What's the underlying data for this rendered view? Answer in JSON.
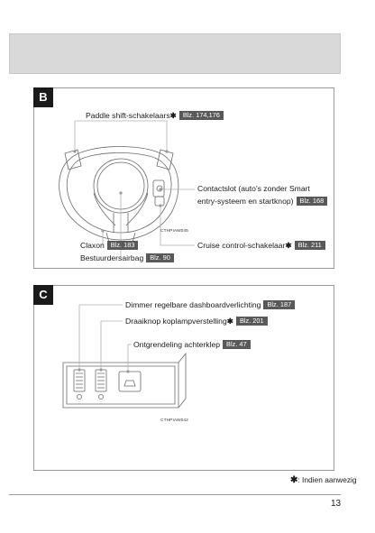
{
  "star": "✱",
  "sections": {
    "b": {
      "letter": "B",
      "image_code": "CTHPIAW045",
      "callouts": {
        "paddle": {
          "label": "Paddle shift-schakelaars",
          "page": "Blz. 174,176"
        },
        "contact": {
          "line1": "Contactslot (auto's zonder Smart",
          "line2": "entry-systeem en startknop)",
          "page": "Blz. 168"
        },
        "claxon": {
          "label": "Claxon",
          "page": "Blz. 183"
        },
        "cruise": {
          "label": "Cruise control-schakelaar",
          "page": "Blz. 211"
        },
        "airbag": {
          "label": "Bestuurdersairbag",
          "page": "Blz. 90"
        }
      }
    },
    "c": {
      "letter": "C",
      "image_code": "CTHPIAW042",
      "callouts": {
        "dimmer": {
          "label": "Dimmer regelbare dashboardverlichting",
          "page": "Blz. 187"
        },
        "draaiknop": {
          "label": "Draaiknop koplampverstelling",
          "page": "Blz. 201"
        },
        "ontgrendeling": {
          "label": "Ontgrendeling achterklep",
          "page": "Blz. 47"
        }
      }
    }
  },
  "footnote": {
    "text": ": Indien aanwezig"
  },
  "page_number": "13"
}
